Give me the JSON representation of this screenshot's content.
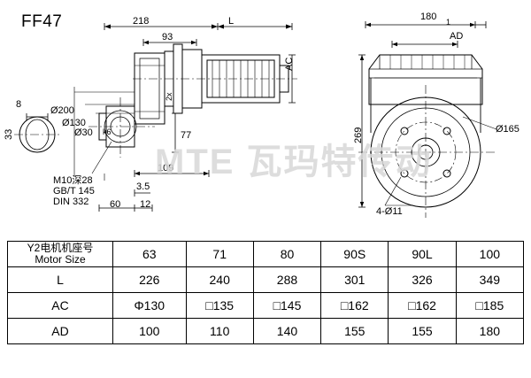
{
  "drawing": {
    "title": "FF47",
    "watermark_left": "MTE 瓦玛特传动",
    "left_view": {
      "dim_218": "218",
      "dim_L": "L",
      "dim_93": "93",
      "dim_AC": "AC",
      "dim_8": "8",
      "dim_33": "33",
      "dim_D200": "Ø200",
      "dim_D130": "Ø130",
      "dim_D30": "Ø30",
      "dim_k6": "k6",
      "dim_2x": "2x",
      "dim_77": "77",
      "dim_109": "109",
      "dim_3_5": "3.5",
      "dim_60": "60",
      "dim_12": "12",
      "note1": "M10深28",
      "note2": "GB/T 145",
      "note3": "DIN 332"
    },
    "right_view": {
      "dim_180": "180",
      "dim_1": "1",
      "dim_AD": "AD",
      "dim_269": "269",
      "dim_D165": "Ø165",
      "dim_holes": "4-Ø11"
    }
  },
  "table": {
    "rows": [
      {
        "label_line1": "Y2电机机座号",
        "label_line2": "Motor Size",
        "values": [
          "63",
          "71",
          "80",
          "90S",
          "90L",
          "100"
        ]
      },
      {
        "label": "L",
        "values": [
          "226",
          "240",
          "288",
          "301",
          "326",
          "349"
        ]
      },
      {
        "label": "AC",
        "values": [
          "Φ130",
          "□135",
          "□145",
          "□162",
          "□162",
          "□185"
        ]
      },
      {
        "label": "AD",
        "values": [
          "100",
          "110",
          "140",
          "155",
          "155",
          "180"
        ]
      }
    ]
  }
}
